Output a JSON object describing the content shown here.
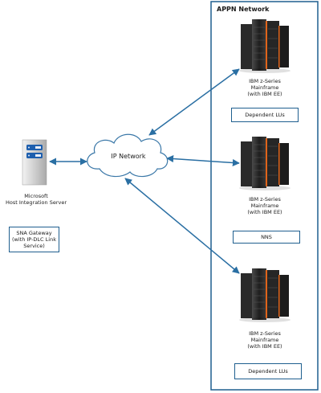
{
  "appn": {
    "title": "APPN Network"
  },
  "cloud": {
    "label": "IP Network"
  },
  "server": {
    "name_lines": [
      "Microsoft",
      "Host Integration Server"
    ],
    "gateway_lines": [
      "SNA Gateway",
      "(with IP-DLC Link",
      "Service)"
    ]
  },
  "mainframes": [
    {
      "name_lines": [
        "IBM z-Series",
        "Mainframe",
        "(with IBM EE)"
      ],
      "box": "Dependent LUs"
    },
    {
      "name_lines": [
        "IBM z-Series",
        "Mainframe",
        "(with IBM EE)"
      ],
      "box": "NNS"
    },
    {
      "name_lines": [
        "IBM z-Series",
        "Mainframe",
        "(with IBM EE)"
      ],
      "box": "Dependent LUs"
    }
  ],
  "colors": {
    "border": "#1f5f8f",
    "arrow": "#2a6fa3",
    "cloud_stroke": "#3b78a8",
    "mainframe": "#2b2b2b",
    "mainframe_accent": "#e0641a"
  }
}
